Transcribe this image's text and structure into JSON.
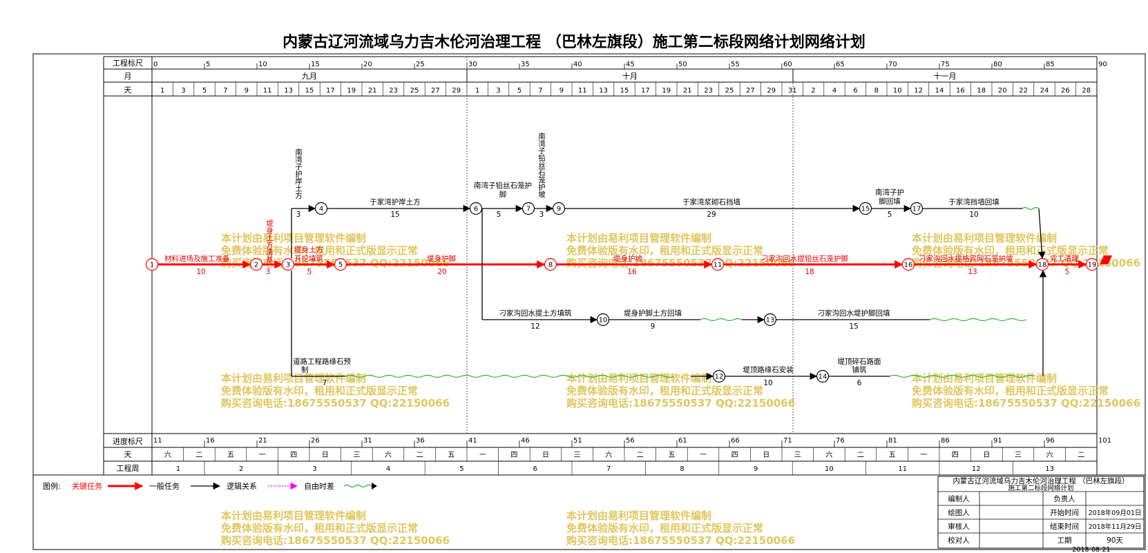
{
  "title": "内蒙古辽河流域乌力吉木伦河治理工程 （巴林左旗段）施工第二标段网络计划网络计划",
  "header_labels": {
    "scale": "工程标尺",
    "month": "月",
    "day": "天"
  },
  "footer_labels": {
    "progress": "进度标尺",
    "day": "天",
    "week": "工程周"
  },
  "scale_ticks": [
    "0",
    "5",
    "10",
    "15",
    "20",
    "25",
    "30",
    "35",
    "40",
    "45",
    "50",
    "55",
    "60",
    "65",
    "70",
    "75",
    "80",
    "85",
    "90"
  ],
  "months": [
    "九月",
    "十月",
    "十一月"
  ],
  "days": [
    "1",
    "3",
    "5",
    "7",
    "9",
    "11",
    "13",
    "15",
    "17",
    "19",
    "21",
    "23",
    "25",
    "27",
    "29",
    "1",
    "3",
    "5",
    "7",
    "9",
    "11",
    "13",
    "15",
    "17",
    "19",
    "21",
    "23",
    "25",
    "27",
    "29",
    "31",
    "2",
    "4",
    "6",
    "8",
    "10",
    "12",
    "14",
    "16",
    "18",
    "20",
    "22",
    "24",
    "26",
    "28"
  ],
  "progress_ticks": [
    "11",
    "16",
    "21",
    "26",
    "31",
    "36",
    "41",
    "46",
    "51",
    "56",
    "61",
    "66",
    "71",
    "76",
    "81",
    "86",
    "91",
    "96",
    "101"
  ],
  "weekdays": [
    "六",
    "二",
    "五",
    "一",
    "四",
    "日",
    "三",
    "六",
    "二",
    "五",
    "一",
    "四",
    "日",
    "三",
    "六",
    "二",
    "五",
    "一",
    "四",
    "日",
    "三",
    "六",
    "二",
    "五",
    "一",
    "四",
    "日",
    "三",
    "六",
    "二"
  ],
  "weeks": [
    "1",
    "2",
    "3",
    "4",
    "5",
    "6",
    "7",
    "8",
    "9",
    "10",
    "11",
    "12",
    "13"
  ],
  "tasks": {
    "t1": {
      "name": "材料进场及施工准备",
      "dur": "10"
    },
    "t2": {
      "name": "堤身土方清基",
      "dur": "3"
    },
    "t3": {
      "name": "开挖填筑",
      "dur": "5"
    },
    "t4": {
      "name": "堤身护脚",
      "dur": "20"
    },
    "t5": {
      "name": "堤身护坡",
      "dur": "16"
    },
    "t6": {
      "name": "刁家沟回水提铅丝石笼护脚",
      "dur": "18"
    },
    "t7": {
      "name": "刁家沟回水提格宾网石笼护坡",
      "dur": "13"
    },
    "t8": {
      "name": "完工清理",
      "dur": "5"
    },
    "t9": {
      "name": "南湾子护岸土方",
      "dur": "3"
    },
    "t10": {
      "name": "于家湾护岸土方",
      "dur": "15"
    },
    "t11a": {
      "name": "南湾子铅丝石笼护",
      "name2": "脚",
      "dur": "5"
    },
    "t11b": {
      "name": "南湾子铅丝石笼护坡",
      "dur": "3"
    },
    "t12": {
      "name": "于家湾浆砌石挡墙",
      "dur": "29"
    },
    "t13": {
      "name": "南湾子护",
      "name2": "脚回填",
      "dur": "5"
    },
    "t14": {
      "name": "于家湾挡墙回填",
      "dur": "10"
    },
    "t15": {
      "name": "刁家沟回水提土方填筑",
      "dur": "12"
    },
    "t16": {
      "name": "堤身护脚土方回填",
      "dur": "9"
    },
    "t17": {
      "name": "刁家沟回水堤护脚回填",
      "dur": "15"
    },
    "t18": {
      "name": "道路工程路缘石预",
      "name2": "制",
      "dur": "7"
    },
    "t19": {
      "name": "堤顶路缘石安装",
      "dur": "10"
    },
    "t20": {
      "name": "堤顶碎石路面",
      "name2": "铺筑",
      "dur": "6"
    },
    "t21": {
      "name": "堤身土方",
      "dur": "5"
    }
  },
  "nodes": [
    "1",
    "2",
    "3",
    "4",
    "5",
    "6",
    "7",
    "8",
    "9",
    "10",
    "11",
    "12",
    "13",
    "14",
    "15",
    "16",
    "17",
    "18",
    "19"
  ],
  "watermark": {
    "line1": "本计划由易利项目管理软件编制",
    "line2": "免费体验版有水印，租用和正式版显示正常",
    "line3": "购买咨询电话:18675550537 QQ:22150066"
  },
  "legend": {
    "label": "图例:",
    "critical": "关键任务",
    "normal": "一般任务",
    "logic": "逻辑关系",
    "float": "自由时差"
  },
  "info": {
    "project": "内蒙古辽河流域乌力吉木伦河治理工程 （巴林左旗段）",
    "project2": "施工第二标段网络计划",
    "editor_label": "编制人",
    "owner_label": "负责人",
    "drawer_label": "绘图人",
    "start_label": "开始时间",
    "start_value": "2018年09月01日",
    "reviewer_label": "审核人",
    "end_label": "结束时间",
    "end_value": "2018年11月29日",
    "checker_label": "校对人",
    "duration_label": "工期",
    "duration_value": "90天",
    "date": "2018-08-21"
  },
  "colors": {
    "critical": "#ff0000",
    "normal": "#000000",
    "float": "#2db52d",
    "logic": "#ff00ff",
    "watermark": "#e0c65e"
  }
}
